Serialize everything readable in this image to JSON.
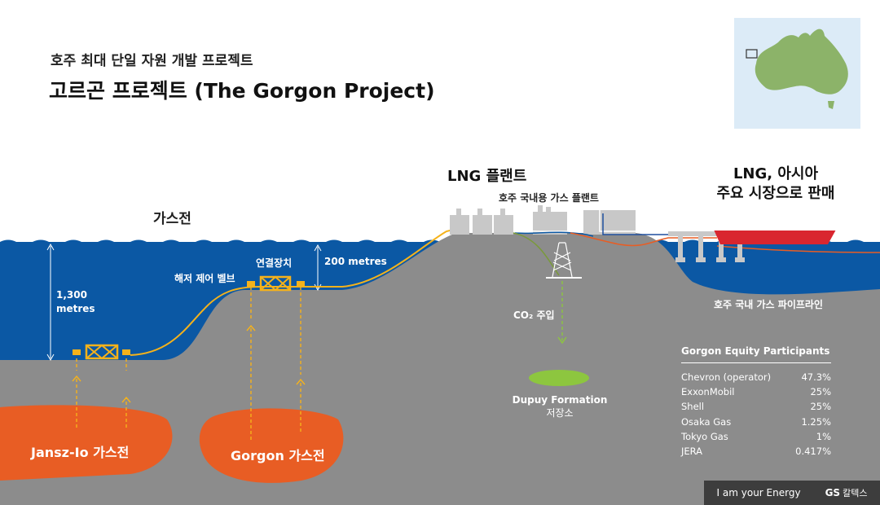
{
  "header": {
    "subtitle": "호주 최대 단일 자원 개발 프로젝트",
    "title": "고르곤 프로젝트 (The Gorgon Project)"
  },
  "labels": {
    "gas_field": "가스전",
    "subsea_valve": "해저 제어 벨브",
    "connector": "연결장치",
    "depth_200": "200 metres",
    "depth_1300_line1": "1,300",
    "depth_1300_line2": "metres",
    "lng_plant": "LNG 플랜트",
    "domestic_plant": "호주 국내용 가스 플랜트",
    "lng_sales_line1": "LNG, 아시아",
    "lng_sales_line2": "주요 시장으로 판매",
    "co2_injection": "CO₂ 주입",
    "domestic_pipeline": "호주 국내 가스 파이프라인",
    "dupuy_line1": "Dupuy Formation",
    "dupuy_line2": "저장소",
    "jansz_field": "Jansz-Io 가스전",
    "gorgon_field": "Gorgon 가스전"
  },
  "equity": {
    "title": "Gorgon Equity Participants",
    "rows": [
      {
        "name": "Chevron (operator)",
        "share": "47.3%"
      },
      {
        "name": "ExxonMobil",
        "share": "25%"
      },
      {
        "name": "Shell",
        "share": "25%"
      },
      {
        "name": "Osaka Gas",
        "share": "1.25%"
      },
      {
        "name": "Tokyo Gas",
        "share": "1%"
      },
      {
        "name": "JERA",
        "share": "0.417%"
      }
    ]
  },
  "footer": {
    "slogan": "I am your Energy",
    "brand": "GS",
    "brand_suffix": "칼텍스"
  },
  "colors": {
    "sea": "#0b58a4",
    "ground": "#8c8c8c",
    "gas_field": "#e85d24",
    "pipeline": "#f5b21b",
    "reservoir": "#8dc63f",
    "map_land": "#8cb369",
    "map_sea": "#dcebf7"
  }
}
